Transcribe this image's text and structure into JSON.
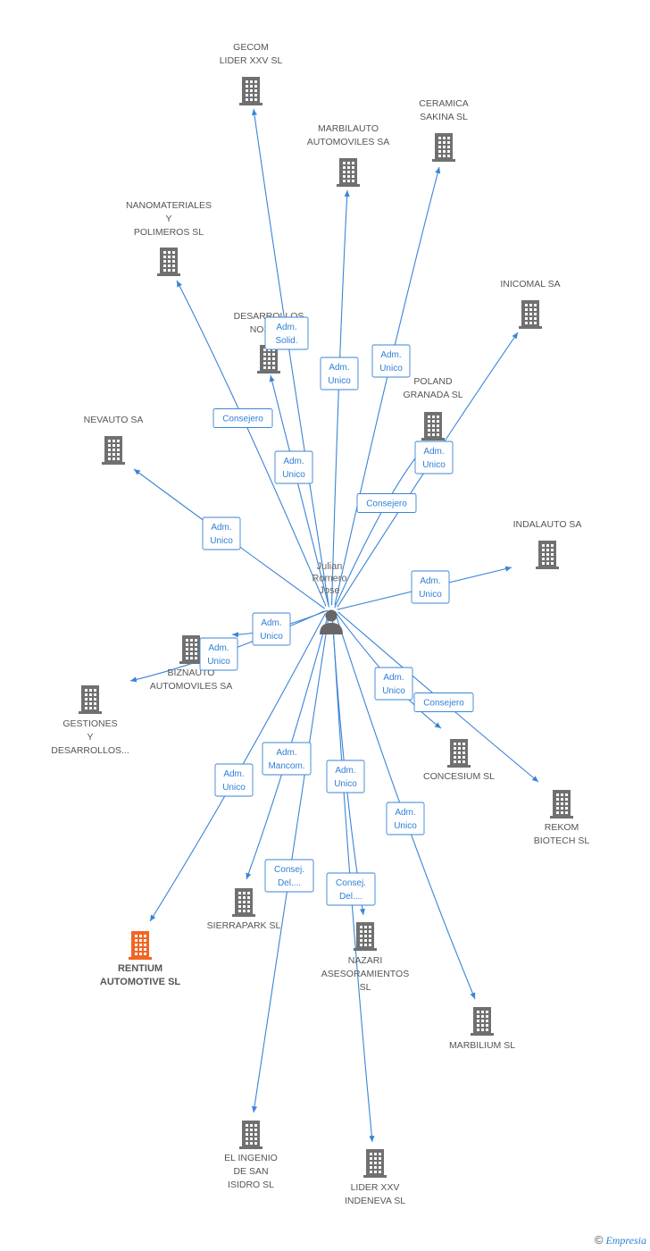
{
  "colors": {
    "edge": "#3a84d6",
    "building": "#707070",
    "highlight": "#f26522",
    "label_box_border": "#3a84d6",
    "person": "#666666"
  },
  "person": {
    "name_lines": [
      "Julian",
      "Romero",
      "Jose"
    ],
    "icon": "person-icon"
  },
  "nodes": [
    {
      "id": "gecom",
      "lines": [
        "GECOM",
        "LIDER XXV SL"
      ]
    },
    {
      "id": "ceramica",
      "lines": [
        "CERAMICA",
        "SAKINA SL"
      ]
    },
    {
      "id": "marbilauto",
      "lines": [
        "MARBILAUTO",
        "AUTOMOVILES SA"
      ]
    },
    {
      "id": "nanomateriales",
      "lines": [
        "NANOMATERIALES",
        "Y",
        "POLIMEROS SL"
      ]
    },
    {
      "id": "inicomal",
      "lines": [
        "INICOMAL SA"
      ]
    },
    {
      "id": "desarrollos",
      "lines": [
        "DESARROLLOS",
        "NOSIG..."
      ]
    },
    {
      "id": "poland",
      "lines": [
        "POLAND",
        "GRANADA  SL"
      ]
    },
    {
      "id": "nevauto",
      "lines": [
        "NEVAUTO SA"
      ]
    },
    {
      "id": "indalauto",
      "lines": [
        "INDALAUTO SA"
      ]
    },
    {
      "id": "biznauto",
      "lines": [
        "BIZNAUTO",
        "AUTOMOVILES SA"
      ]
    },
    {
      "id": "gestiones",
      "lines": [
        "GESTIONES",
        "Y",
        "DESARROLLOS..."
      ]
    },
    {
      "id": "concesium",
      "lines": [
        "CONCESIUM SL"
      ]
    },
    {
      "id": "rekom",
      "lines": [
        "REKOM",
        "BIOTECH SL"
      ]
    },
    {
      "id": "rentium",
      "lines": [
        "RENTIUM",
        "AUTOMOTIVE SL"
      ],
      "highlight": true
    },
    {
      "id": "sierrapark",
      "lines": [
        "SIERRAPARK SL"
      ]
    },
    {
      "id": "nazari",
      "lines": [
        "NAZARI",
        "ASESORAMIENTOS",
        "SL"
      ]
    },
    {
      "id": "marbilium",
      "lines": [
        "MARBILIUM SL"
      ]
    },
    {
      "id": "elingenio",
      "lines": [
        "EL INGENIO",
        "DE SAN",
        "ISIDRO SL"
      ]
    },
    {
      "id": "liderxxv",
      "lines": [
        "LIDER XXV",
        "INDENEVA SL"
      ]
    }
  ],
  "edges": [
    {
      "to": "gecom",
      "label": [
        "Adm.",
        "Solid."
      ]
    },
    {
      "to": "marbilauto",
      "label": [
        "Adm.",
        "Unico"
      ]
    },
    {
      "to": "ceramica",
      "label": [
        "Adm.",
        "Unico"
      ]
    },
    {
      "to": "nanomateriales",
      "label": [
        "Consejero"
      ]
    },
    {
      "to": "desarrollos",
      "label": [
        "Adm.",
        "Unico"
      ]
    },
    {
      "to": "inicomal",
      "label": [
        "Adm.",
        "Unico"
      ]
    },
    {
      "to": "poland",
      "label": [
        "Consejero"
      ]
    },
    {
      "to": "nevauto",
      "label": [
        "Adm.",
        "Unico"
      ]
    },
    {
      "to": "indalauto",
      "label": [
        "Adm.",
        "Unico"
      ]
    },
    {
      "to": "biznauto",
      "label": [
        "Adm.",
        "Unico"
      ]
    },
    {
      "to": "gestiones",
      "label": [
        "Adm.",
        "Unico"
      ]
    },
    {
      "to": "concesium",
      "label": [
        "Adm.",
        "Unico"
      ]
    },
    {
      "to": "rekom",
      "label": [
        "Consejero"
      ]
    },
    {
      "to": "rentium",
      "label": [
        "Adm.",
        "Unico"
      ]
    },
    {
      "to": "sierrapark",
      "label": [
        "Adm.",
        "Mancom."
      ]
    },
    {
      "to": "nazari",
      "label": [
        "Adm.",
        "Unico"
      ]
    },
    {
      "to": "marbilium",
      "label": [
        "Adm.",
        "Unico"
      ]
    },
    {
      "to": "elingenio",
      "label": [
        "Consej.",
        "Del...."
      ]
    },
    {
      "to": "liderxxv",
      "label": [
        "Consej.",
        "Del...."
      ]
    }
  ],
  "footer": {
    "copyright": "©",
    "brand": "Empresia"
  }
}
